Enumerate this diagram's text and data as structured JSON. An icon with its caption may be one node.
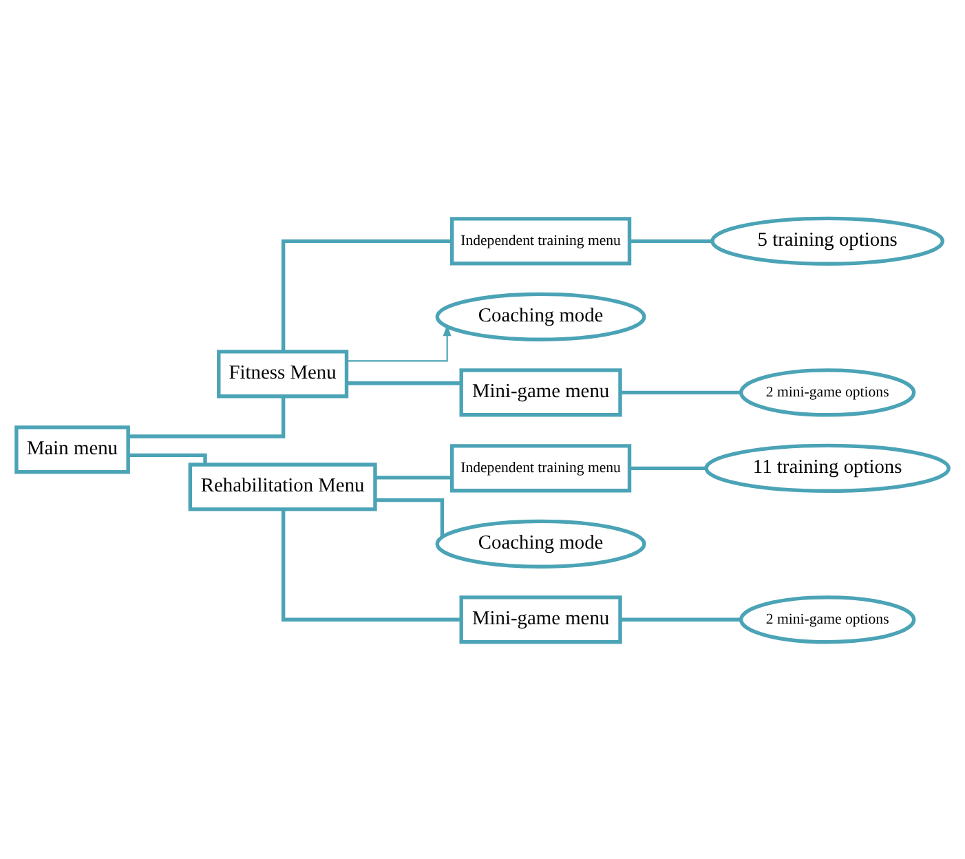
{
  "diagram": {
    "nodes": [
      {
        "text": [
          "Main menu"
        ]
      },
      {
        "text": [
          "Fitness Menu"
        ]
      },
      {
        "text": [
          "Independent training menu"
        ]
      },
      {
        "text": [
          "5 training options"
        ]
      },
      {
        "text": [
          "Coaching mode"
        ]
      },
      {
        "text": [
          "Mini-game menu"
        ]
      },
      {
        "text": [
          "2 mini-game options"
        ]
      },
      {
        "text": [
          "Rehabilitation Menu"
        ]
      },
      {
        "text": [
          "Independent training menu"
        ]
      },
      {
        "text": [
          "11 training options"
        ]
      },
      {
        "text": [
          "Coaching mode"
        ]
      },
      {
        "text": [
          "Mini-game menu"
        ]
      },
      {
        "text": [
          "2 mini-game options"
        ]
      }
    ],
    "edges": [
      {
        "from": 0,
        "to": 1,
        "arrow": "none"
      },
      {
        "from": 0,
        "to": 7,
        "arrow": "none"
      },
      {
        "from": 1,
        "to": 2,
        "arrow": "none"
      },
      {
        "from": 1,
        "to": 4,
        "arrow": "to"
      },
      {
        "from": 1,
        "to": 5,
        "arrow": "none"
      },
      {
        "from": 2,
        "to": 3,
        "arrow": "none"
      },
      {
        "from": 5,
        "to": 6,
        "arrow": "none"
      },
      {
        "from": 7,
        "to": 8,
        "arrow": "none"
      },
      {
        "from": 7,
        "to": 10,
        "arrow": "none"
      },
      {
        "from": 7,
        "to": 11,
        "arrow": "none"
      },
      {
        "from": 8,
        "to": 9,
        "arrow": "none"
      },
      {
        "from": 11,
        "to": 12,
        "arrow": "none"
      }
    ]
  }
}
